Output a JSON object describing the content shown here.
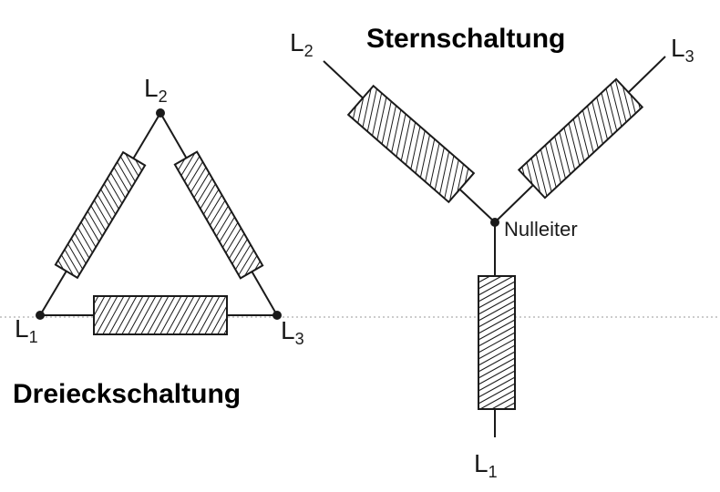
{
  "delta": {
    "title": "Dreieckschaltung",
    "terminals": {
      "l1": {
        "letter": "L",
        "index": "1"
      },
      "l2": {
        "letter": "L",
        "index": "2"
      },
      "l3": {
        "letter": "L",
        "index": "3"
      }
    }
  },
  "star": {
    "title": "Sternschaltung",
    "neutral_label": "Nulleiter",
    "terminals": {
      "l1": {
        "letter": "L",
        "index": "1"
      },
      "l2": {
        "letter": "L",
        "index": "2"
      },
      "l3": {
        "letter": "L",
        "index": "3"
      }
    }
  }
}
